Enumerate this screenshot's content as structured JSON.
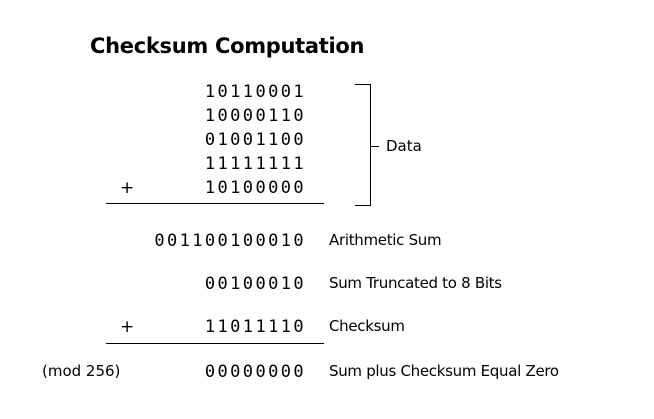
{
  "title": "Checksum Computation",
  "data_rows": [
    "10110001",
    "10000110",
    "01001100",
    "11111111",
    "10100000"
  ],
  "data_plus_sign": "+",
  "data_label": "Data",
  "arithmetic_sum": {
    "bits": "001100100010",
    "label": "Arithmetic Sum"
  },
  "truncated_sum": {
    "bits": "00100010",
    "label": "Sum Truncated to 8 Bits"
  },
  "checksum": {
    "plus_sign": "+",
    "bits": "11011110",
    "label": "Checksum"
  },
  "final": {
    "mod_label": "(mod 256)",
    "bits": "00000000",
    "label": "Sum plus Checksum Equal Zero"
  }
}
